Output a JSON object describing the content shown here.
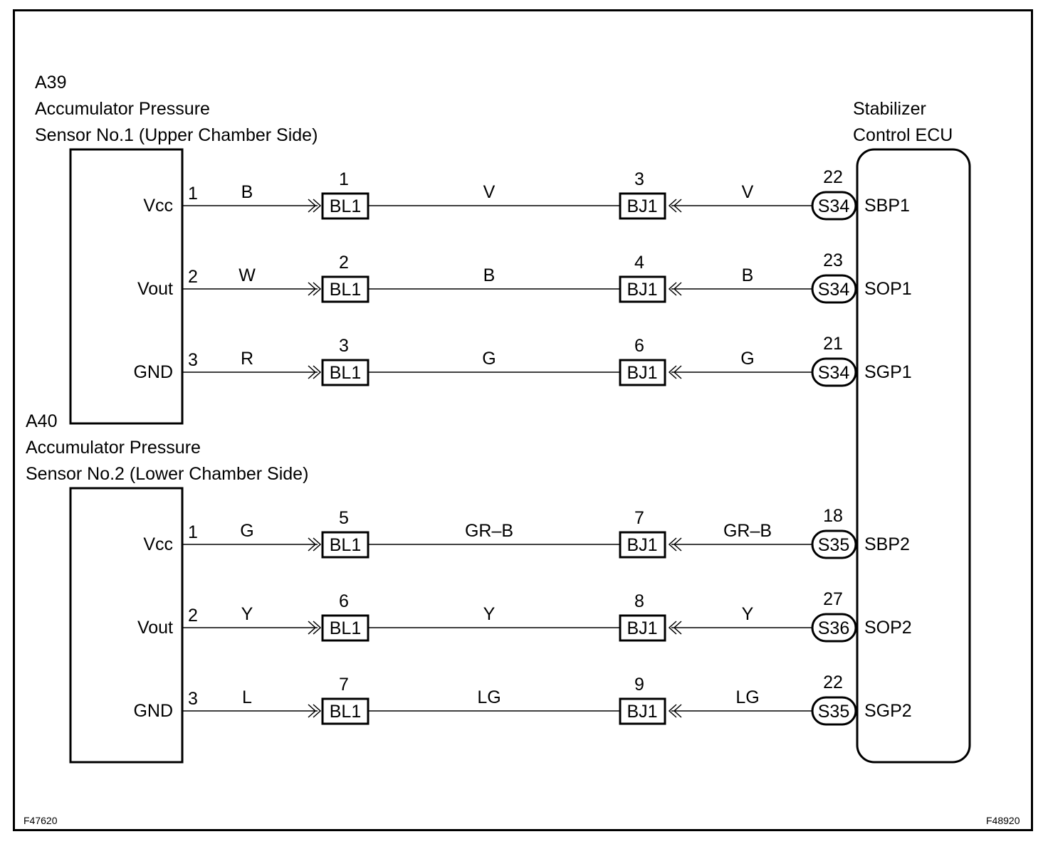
{
  "sensor1": {
    "code": "A39",
    "title_line1": "Accumulator Pressure",
    "title_line2": "Sensor No.1 (Upper Chamber Side)"
  },
  "sensor2": {
    "code": "A40",
    "title_line1": "Accumulator Pressure",
    "title_line2": "Sensor No.2 (Lower Chamber Side)"
  },
  "ecu": {
    "title_line1": "Stabilizer",
    "title_line2": "Control ECU"
  },
  "circuits": [
    {
      "sensor_terminal": "Vcc",
      "sensor_pin": "1",
      "wire_a": "B",
      "bl_pin": "1",
      "bl_connector": "BL1",
      "wire_b": "V",
      "bj_pin": "3",
      "bj_connector": "BJ1",
      "wire_c": "V",
      "ecu_pin": "22",
      "ecu_connector": "S34",
      "ecu_terminal": "SBP1"
    },
    {
      "sensor_terminal": "Vout",
      "sensor_pin": "2",
      "wire_a": "W",
      "bl_pin": "2",
      "bl_connector": "BL1",
      "wire_b": "B",
      "bj_pin": "4",
      "bj_connector": "BJ1",
      "wire_c": "B",
      "ecu_pin": "23",
      "ecu_connector": "S34",
      "ecu_terminal": "SOP1"
    },
    {
      "sensor_terminal": "GND",
      "sensor_pin": "3",
      "wire_a": "R",
      "bl_pin": "3",
      "bl_connector": "BL1",
      "wire_b": "G",
      "bj_pin": "6",
      "bj_connector": "BJ1",
      "wire_c": "G",
      "ecu_pin": "21",
      "ecu_connector": "S34",
      "ecu_terminal": "SGP1"
    },
    {
      "sensor_terminal": "Vcc",
      "sensor_pin": "1",
      "wire_a": "G",
      "bl_pin": "5",
      "bl_connector": "BL1",
      "wire_b": "GR–B",
      "bj_pin": "7",
      "bj_connector": "BJ1",
      "wire_c": "GR–B",
      "ecu_pin": "18",
      "ecu_connector": "S35",
      "ecu_terminal": "SBP2"
    },
    {
      "sensor_terminal": "Vout",
      "sensor_pin": "2",
      "wire_a": "Y",
      "bl_pin": "6",
      "bl_connector": "BL1",
      "wire_b": "Y",
      "bj_pin": "8",
      "bj_connector": "BJ1",
      "wire_c": "Y",
      "ecu_pin": "27",
      "ecu_connector": "S36",
      "ecu_terminal": "SOP2"
    },
    {
      "sensor_terminal": "GND",
      "sensor_pin": "3",
      "wire_a": "L",
      "bl_pin": "7",
      "bl_connector": "BL1",
      "wire_b": "LG",
      "bj_pin": "9",
      "bj_connector": "BJ1",
      "wire_c": "LG",
      "ecu_pin": "22",
      "ecu_connector": "S35",
      "ecu_terminal": "SGP2"
    }
  ],
  "footer": {
    "left_code": "F47620",
    "right_code": "F48920"
  }
}
